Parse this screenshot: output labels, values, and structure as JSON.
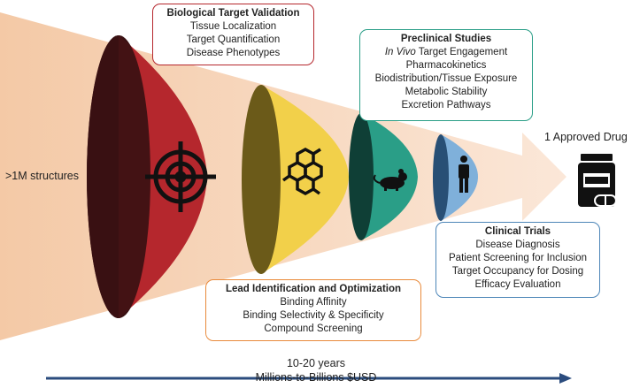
{
  "start_label": ">1M structures",
  "end_label": "1 Approved Drug",
  "stages": [
    {
      "title": "Biological Target Validation",
      "items": [
        "Tissue Localization",
        "Target Quantification",
        "Disease Phenotypes"
      ],
      "color": "#b5272d",
      "icon": "target-icon"
    },
    {
      "title": "Lead Identification and Optimization",
      "items": [
        "Binding Affinity",
        "Binding Selectivity & Specificity",
        "Compound Screening"
      ],
      "color": "#f2d04a",
      "icon": "molecule-icon"
    },
    {
      "title": "Preclinical Studies",
      "items_emph": "In Vivo",
      "items": [
        "Target Engagement",
        "Pharmacokinetics",
        "Biodistribution/Tissue Exposure",
        "Metabolic Stability",
        "Excretion Pathways"
      ],
      "color": "#2a9e87",
      "icon": "mouse-icon"
    },
    {
      "title": "Clinical Trials",
      "items": [
        "Disease Diagnosis",
        "Patient Screening for Inclusion",
        "Target Occupancy for Dosing",
        "Efficacy Evaluation"
      ],
      "color": "#5b95c9",
      "icon": "person-icon"
    }
  ],
  "timeline": {
    "duration": "10-20 years",
    "cost": "Millions-to-Billions $USD"
  },
  "colors": {
    "funnel": "#f9dcc6",
    "timeline_arrow": "#2b4c7e",
    "border_red": "#b5272d",
    "border_orange": "#e98a3b",
    "border_teal": "#2a9e87",
    "border_blue": "#4d86b8"
  },
  "final_icon": "pill-bottle-icon"
}
